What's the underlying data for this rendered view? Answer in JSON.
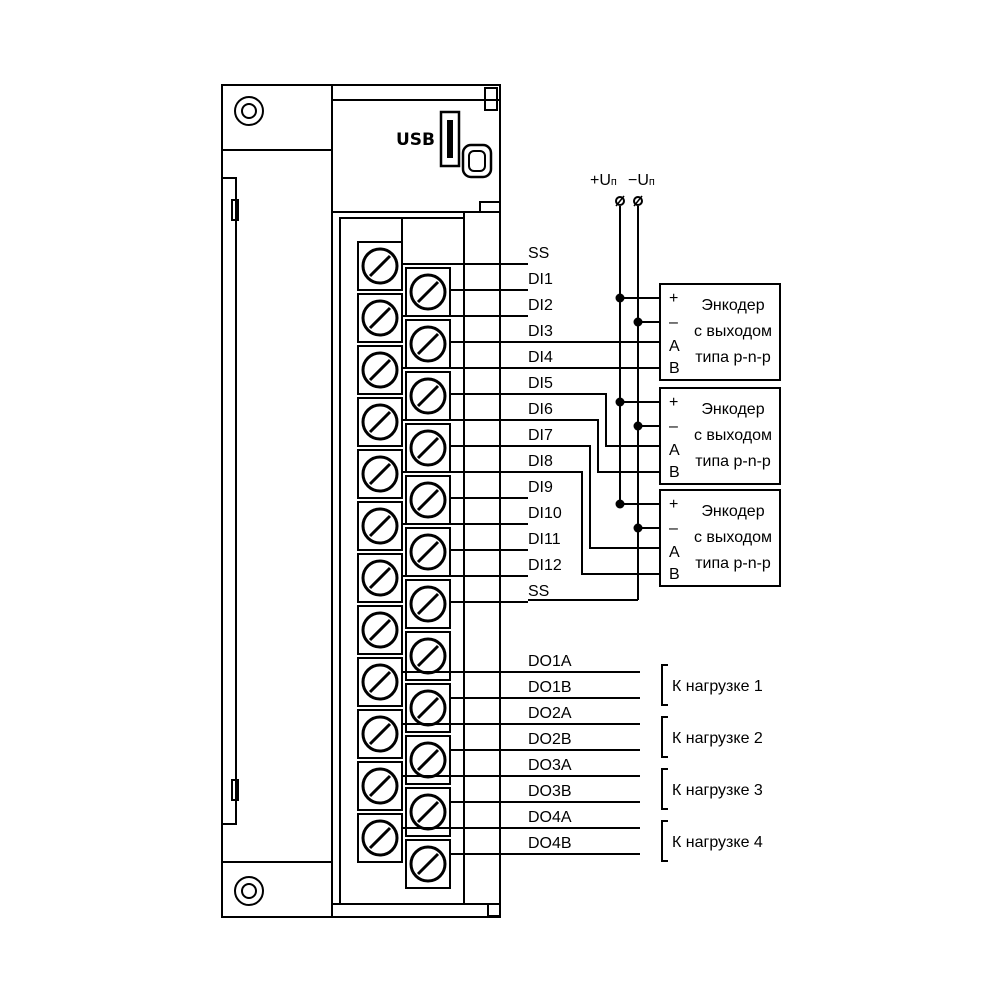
{
  "usb_label": "USB",
  "supply": {
    "plus": "+U",
    "minus": "−U",
    "sub": "п"
  },
  "upper_terminals": [
    "SS",
    "DI1",
    "DI2",
    "DI3",
    "DI4",
    "DI5",
    "DI6",
    "DI7",
    "DI8",
    "DI9",
    "DI10",
    "DI11",
    "DI12",
    "SS"
  ],
  "lower_terminals": [
    "DO1A",
    "DO1B",
    "DO2A",
    "DO2B",
    "DO3A",
    "DO3B",
    "DO4A",
    "DO4B"
  ],
  "encoders": [
    {
      "pins": [
        "+",
        "–",
        "A",
        "B"
      ],
      "lines": [
        "Энкодер",
        "с выходом",
        "типа p-n-p"
      ]
    },
    {
      "pins": [
        "+",
        "–",
        "A",
        "B"
      ],
      "lines": [
        "Энкодер",
        "с выходом",
        "типа p-n-p"
      ]
    },
    {
      "pins": [
        "+",
        "–",
        "A",
        "B"
      ],
      "lines": [
        "Энкодер",
        "с выходом",
        "типа p-n-p"
      ]
    }
  ],
  "loads": [
    "К нагрузке 1",
    "К нагрузке 2",
    "К нагрузке 3",
    "К нагрузке 4"
  ]
}
